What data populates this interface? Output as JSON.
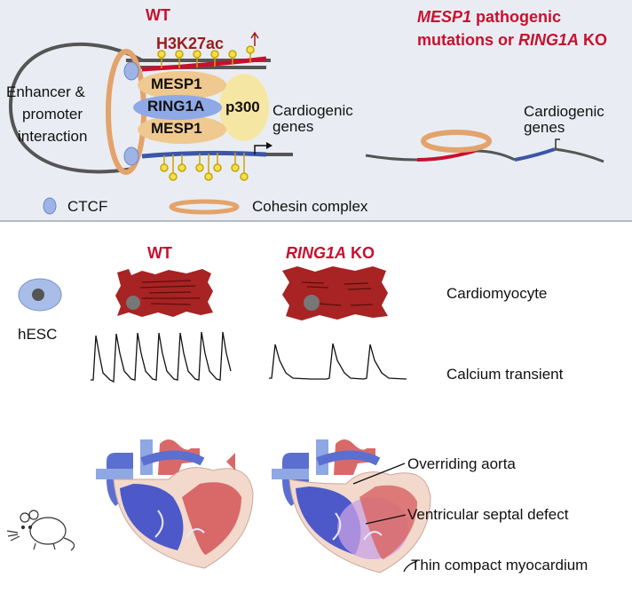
{
  "top": {
    "wt_title": "WT",
    "mutant_title": {
      "line1_gene": "MESP1",
      "line1_rest": " pathogenic",
      "line2_pre": "mutations or ",
      "line2_gene": "RING1A",
      "line2_post": " KO"
    },
    "loop_label": [
      "Enhancer &",
      "promoter",
      "interaction"
    ],
    "histone_mark": "H3K27ac",
    "mesp1_top": "MESP1",
    "ring1a": "RING1A",
    "p300": "p300",
    "mesp1_bottom": "MESP1",
    "genes_left": [
      "Cardiogenic",
      "genes"
    ],
    "genes_right": [
      "Cardiogenic",
      "genes"
    ],
    "legend_ctcf": "CTCF",
    "legend_cohesin": "Cohesin complex"
  },
  "bottom": {
    "wt_title": "WT",
    "ko_title_gene": "RING1A",
    "ko_title_post": " KO",
    "hesc": "hESC",
    "cardiomyocyte": "Cardiomyocyte",
    "calcium": "Calcium transient",
    "overriding_aorta": "Overriding aorta",
    "vsd": "Ventricular septal defect",
    "thin_myocardium": "Thin compact myocardium"
  },
  "colors": {
    "red": "#c8102e",
    "dark_red": "#9b1c1c",
    "cohesin": "#e3a36b",
    "ctcf": "#9eb4e6",
    "mesp1": "#efc98f",
    "ring1a": "#8fa9e6",
    "p300": "#f6e6a4",
    "blue_dna": "#3c55a8",
    "panel_bg": "#e9edf3"
  },
  "icons": [
    "ctcf-icon",
    "cohesin-ring-icon",
    "hesc-cell-icon",
    "mouse-icon",
    "heart-icon",
    "tss-arrow-icon"
  ]
}
